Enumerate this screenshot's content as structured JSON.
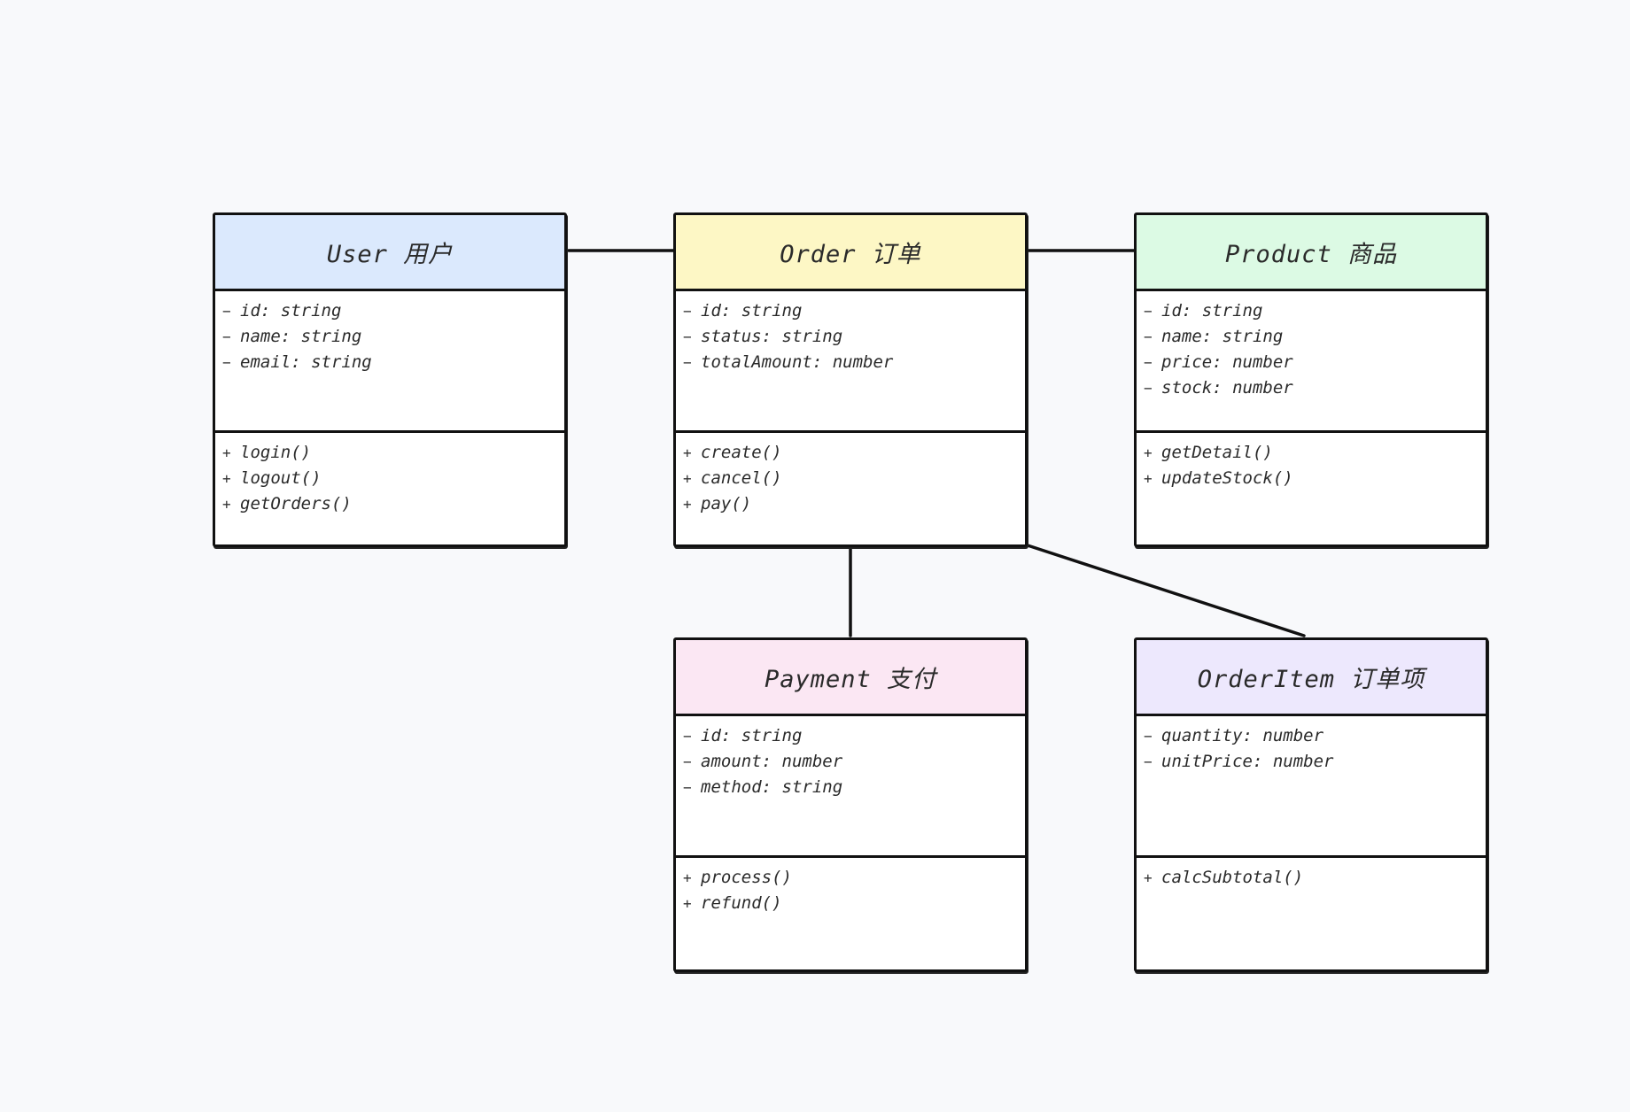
{
  "diagram": {
    "classes": [
      {
        "id": "user",
        "title": "User 用户",
        "header_color": "#dbe9fd",
        "attributes": [
          {
            "vis": "−",
            "text": "id: string"
          },
          {
            "vis": "−",
            "text": "name: string"
          },
          {
            "vis": "−",
            "text": "email: string"
          }
        ],
        "methods": [
          {
            "vis": "+",
            "text": "login()"
          },
          {
            "vis": "+",
            "text": "logout()"
          },
          {
            "vis": "+",
            "text": "getOrders()"
          }
        ]
      },
      {
        "id": "order",
        "title": "Order 订单",
        "header_color": "#fdf7c5",
        "attributes": [
          {
            "vis": "−",
            "text": "id: string"
          },
          {
            "vis": "−",
            "text": "status: string"
          },
          {
            "vis": "−",
            "text": "totalAmount: number"
          }
        ],
        "methods": [
          {
            "vis": "+",
            "text": "create()"
          },
          {
            "vis": "+",
            "text": "cancel()"
          },
          {
            "vis": "+",
            "text": "pay()"
          }
        ]
      },
      {
        "id": "product",
        "title": "Product 商品",
        "header_color": "#dcfae4",
        "attributes": [
          {
            "vis": "−",
            "text": "id: string"
          },
          {
            "vis": "−",
            "text": "name: string"
          },
          {
            "vis": "−",
            "text": "price: number"
          },
          {
            "vis": "−",
            "text": "stock: number"
          }
        ],
        "methods": [
          {
            "vis": "+",
            "text": "getDetail()"
          },
          {
            "vis": "+",
            "text": "updateStock()"
          }
        ]
      },
      {
        "id": "payment",
        "title": "Payment 支付",
        "header_color": "#fbe7f3",
        "attributes": [
          {
            "vis": "−",
            "text": "id: string"
          },
          {
            "vis": "−",
            "text": "amount: number"
          },
          {
            "vis": "−",
            "text": "method: string"
          }
        ],
        "methods": [
          {
            "vis": "+",
            "text": "process()"
          },
          {
            "vis": "+",
            "text": "refund()"
          }
        ]
      },
      {
        "id": "orderitem",
        "title": "OrderItem 订单项",
        "header_color": "#ede8fd",
        "attributes": [
          {
            "vis": "−",
            "text": "quantity: number"
          },
          {
            "vis": "−",
            "text": "unitPrice: number"
          }
        ],
        "methods": [
          {
            "vis": "+",
            "text": "calcSubtotal()"
          }
        ]
      }
    ],
    "relations": [
      {
        "from": "user",
        "to": "order"
      },
      {
        "from": "order",
        "to": "product"
      },
      {
        "from": "order",
        "to": "payment"
      },
      {
        "from": "order",
        "to": "orderitem"
      }
    ]
  }
}
